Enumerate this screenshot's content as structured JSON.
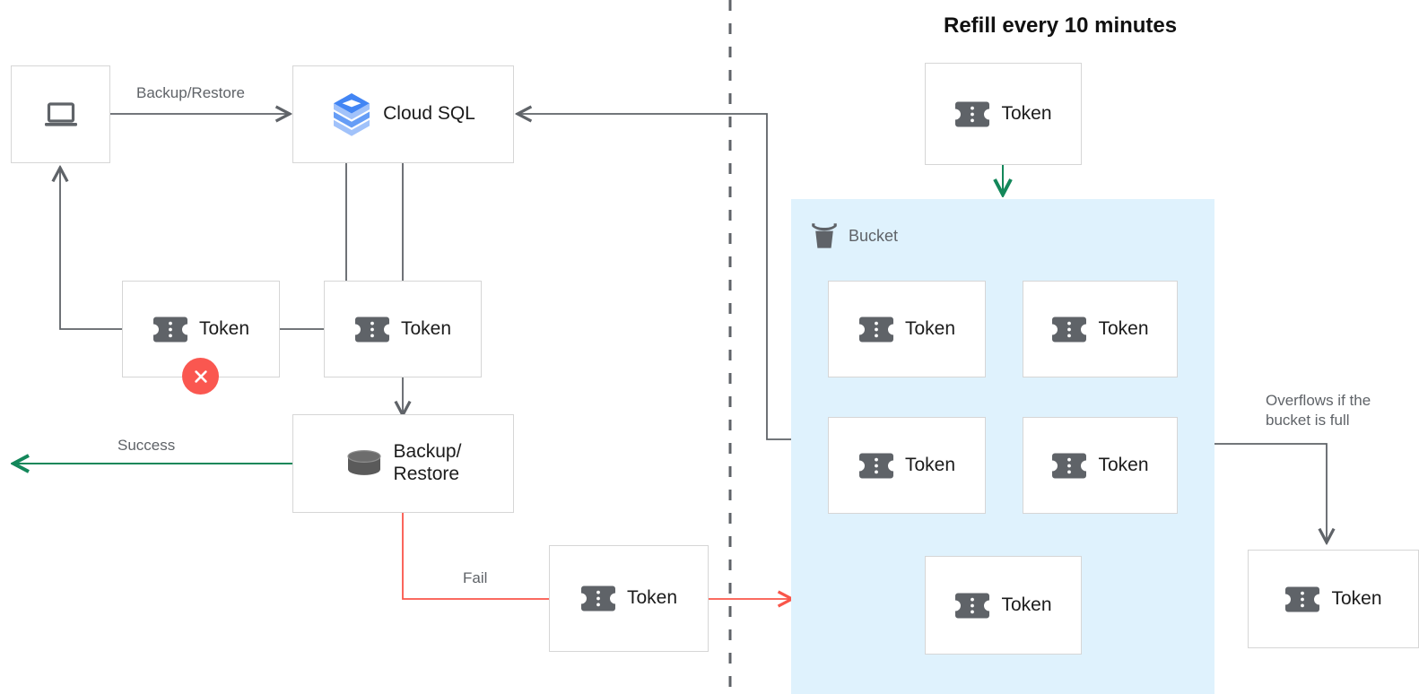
{
  "title": "Refill every 10 minutes",
  "colors": {
    "bucket_bg": "#dff2fd",
    "node_border": "#d6d6d6",
    "line": "#5f6368",
    "success_green": "#13875a",
    "fail_red": "#f9564a",
    "error_badge": "#fa5750",
    "text_primary": "#1b1b1b",
    "text_secondary": "#5f6368",
    "cloudsql_blue": "#4285f4",
    "cloudsql_blue_light": "#a1c2fa",
    "icon_gray": "#5f6368"
  },
  "nodes": {
    "client": {
      "label": "",
      "icon": "laptop-icon"
    },
    "cloud_sql": {
      "label": "Cloud SQL",
      "icon": "cloud-sql-icon"
    },
    "token_rejected": {
      "label": "Token",
      "icon": "token-icon",
      "status": "error"
    },
    "token_accepted": {
      "label": "Token",
      "icon": "token-icon"
    },
    "backup_restore": {
      "label": "Backup/\nRestore",
      "icon": "database-icon"
    },
    "token_fail": {
      "label": "Token",
      "icon": "token-icon"
    },
    "token_refill": {
      "label": "Token",
      "icon": "token-icon"
    },
    "token_overflow": {
      "label": "Token",
      "icon": "token-icon"
    },
    "bucket": {
      "label": "Bucket",
      "icon": "bucket-icon"
    },
    "bucket_tokens": [
      {
        "label": "Token",
        "icon": "token-icon"
      },
      {
        "label": "Token",
        "icon": "token-icon"
      },
      {
        "label": "Token",
        "icon": "token-icon"
      },
      {
        "label": "Token",
        "icon": "token-icon"
      },
      {
        "label": "Token",
        "icon": "token-icon"
      }
    ]
  },
  "edge_labels": {
    "backup_restore": "Backup/Restore",
    "success": "Success",
    "fail": "Fail",
    "overflow": "Overflows if the\nbucket is full"
  },
  "icons": {
    "laptop": "laptop-icon",
    "cloud_sql": "cloud-sql-icon",
    "token": "token-icon",
    "database": "database-icon",
    "bucket": "bucket-icon",
    "error": "close-circle-icon"
  }
}
